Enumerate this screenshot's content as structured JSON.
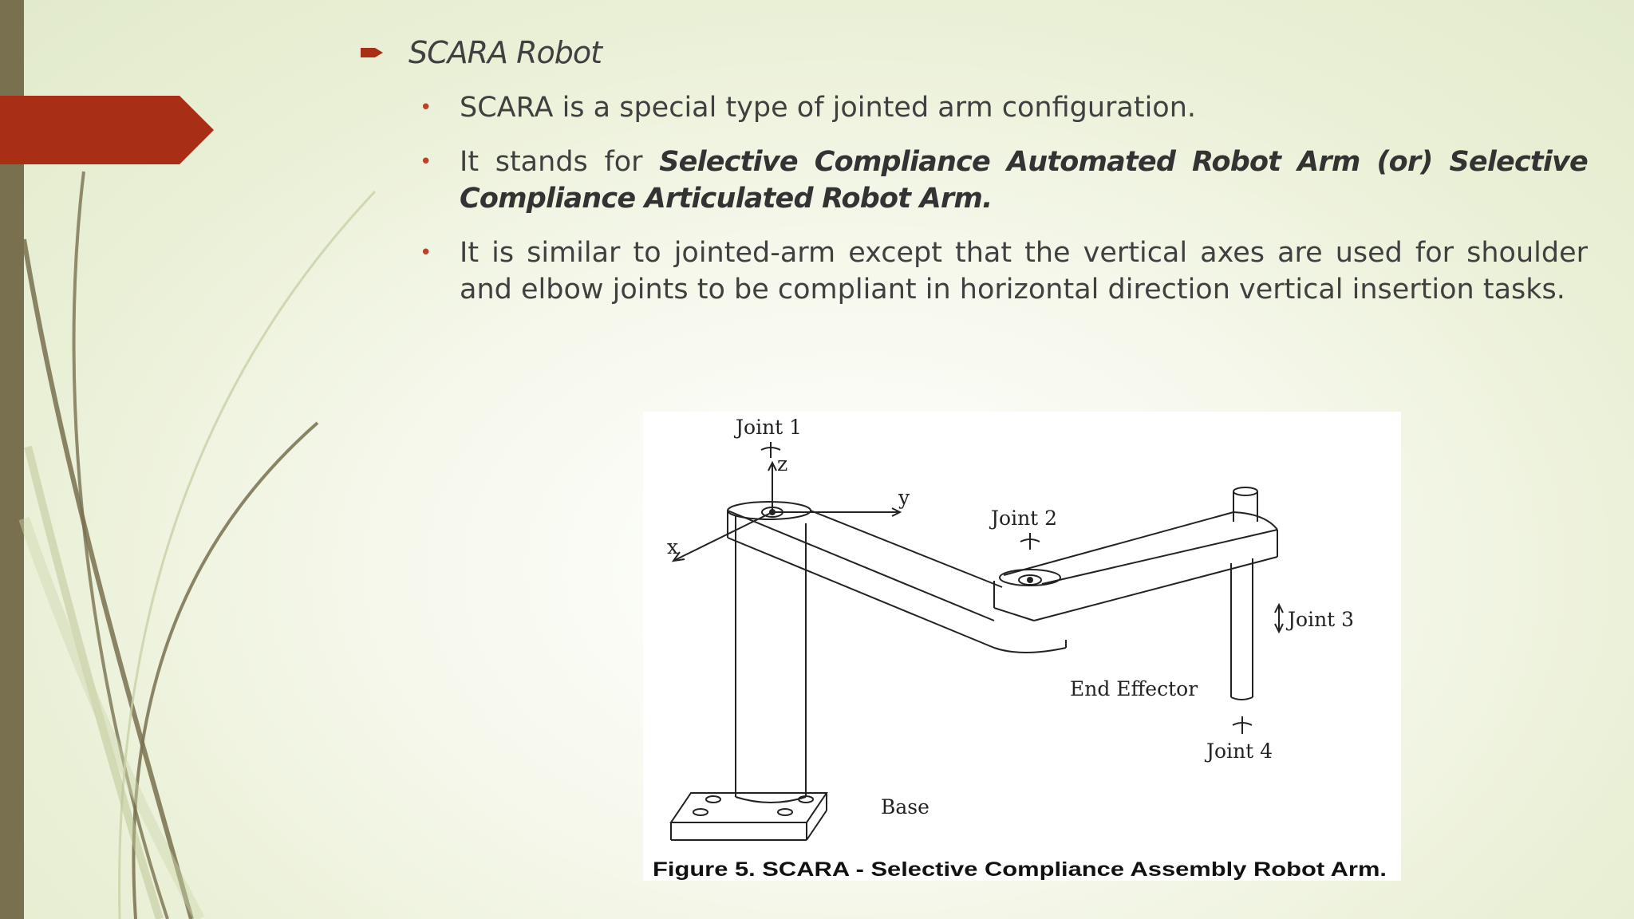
{
  "slide": {
    "heading": "SCARA Robot",
    "bullets": [
      {
        "text": "SCARA is a special type of jointed arm configuration."
      },
      {
        "prefix": "It stands for ",
        "emphasis": "Selective Compliance Automated Robot Arm (or) Selective Compliance Articulated Robot Arm."
      },
      {
        "text": "It is similar to jointed-arm except that the vertical axes are used for shoulder and elbow joints to be compliant in horizontal direction vertical insertion tasks."
      }
    ]
  },
  "figure": {
    "labels": {
      "joint1": "Joint 1",
      "joint2": "Joint 2",
      "joint3": "Joint 3",
      "joint4": "Joint 4",
      "end_effector": "End Effector",
      "base": "Base",
      "axis_x": "x",
      "axis_y": "y",
      "axis_z": "z"
    },
    "caption": "Figure 5. SCARA - Selective Compliance Assembly Robot Arm."
  },
  "colors": {
    "accent": "#a82e16",
    "side_bar": "#78704f",
    "bullet": "#b8452b",
    "text": "#404040"
  }
}
